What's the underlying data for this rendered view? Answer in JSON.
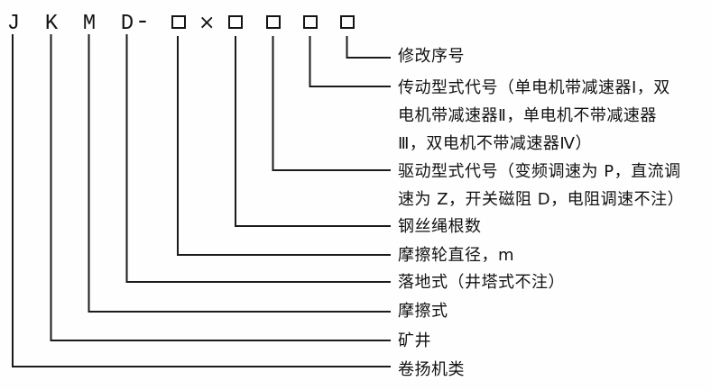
{
  "colors": {
    "ink": "#1b1b1b",
    "background": "#fefefe"
  },
  "model_code": {
    "letter_1": "J",
    "letter_2": "K",
    "letter_3": "M",
    "letter_4": "D",
    "hyphen": "-",
    "times_sign": "×",
    "placeholder_box_count": 5
  },
  "labels": {
    "revision": {
      "lines": [
        "修改序号"
      ]
    },
    "transmission": {
      "lines": [
        "传动型式代号（单电机带减速器Ⅰ，双",
        "电机带减速器Ⅱ，单电机不带减速器",
        "Ⅲ，双电机不带减速器Ⅳ）"
      ]
    },
    "drive": {
      "lines": [
        "驱动型式代号（变频调速为 P，直流调",
        "速为 Z，开关磁阻 D，电阻调速不注）"
      ]
    },
    "rope_count": {
      "lines": [
        "钢丝绳根数"
      ]
    },
    "wheel_diameter": {
      "lines": [
        "摩擦轮直径，m"
      ]
    },
    "floor_type": {
      "lines": [
        "落地式（井塔式不注）"
      ]
    },
    "friction_type": {
      "lines": [
        "摩擦式"
      ]
    },
    "mine": {
      "lines": [
        "矿井"
      ]
    },
    "hoist_class": {
      "lines": [
        "卷扬机类"
      ]
    }
  }
}
